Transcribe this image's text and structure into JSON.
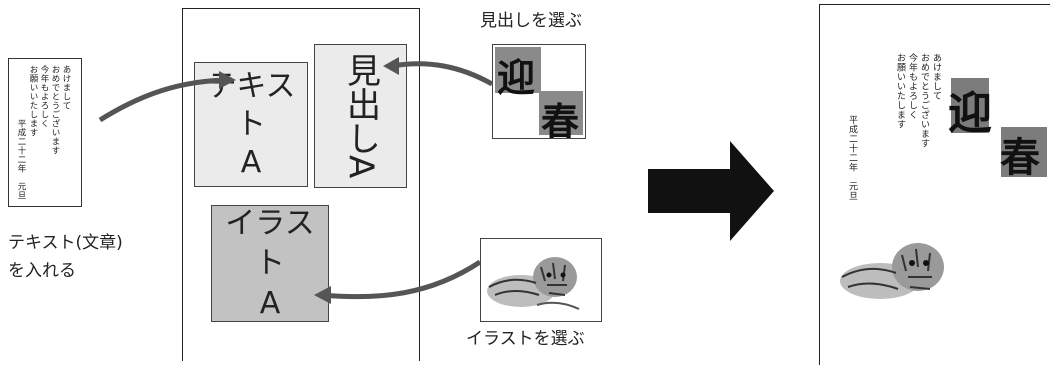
{
  "text_card": {
    "lines": [
      "あけまして",
      "おめでとうございます",
      "今年もよろしく",
      "お願いいたします"
    ],
    "date": "平成二十二年　元旦"
  },
  "labels": {
    "choose_heading": "見出しを選ぶ",
    "insert_text_line1": "テキスト(文章)",
    "insert_text_line2": "を入れる",
    "choose_illust": "イラストを選ぶ"
  },
  "layout_boxes": {
    "text_box": [
      "テキスト",
      "A"
    ],
    "heading_box": [
      "見出し",
      "A"
    ],
    "illust_box": [
      "イラスト",
      "A"
    ]
  },
  "heading_art": {
    "char1": "迎",
    "char2": "春"
  },
  "final_card": {
    "lines": [
      "あけまして",
      "おめでとうございます",
      "今年もよろしく",
      "お願いいたします"
    ],
    "date": "平成二十二年　元旦"
  }
}
